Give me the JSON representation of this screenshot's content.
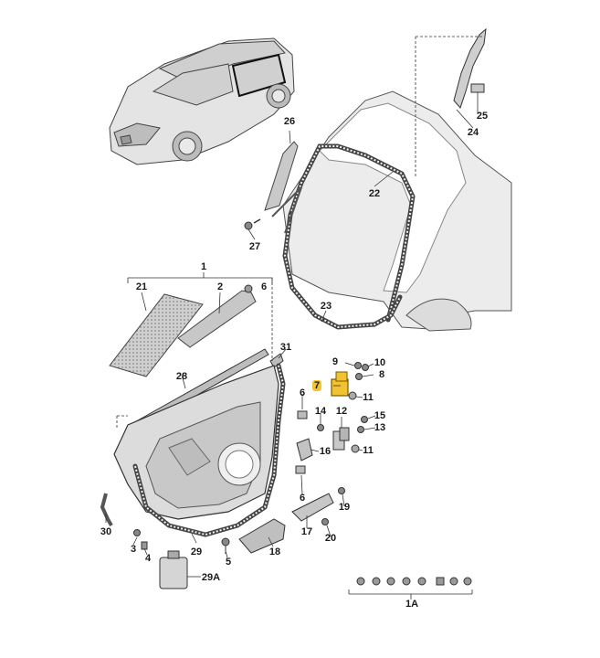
{
  "diagram": {
    "highlight_color": "#f2c230",
    "part_fill": "#d9d9d9",
    "shadow_fill": "#c4c4c4",
    "line_color": "#333333",
    "callouts": {
      "c1": "1",
      "c2": "2",
      "c3": "3",
      "c4": "4",
      "c5": "5",
      "c6a": "6",
      "c6b": "6",
      "c6c": "6",
      "c7": "7",
      "c8": "8",
      "c9": "9",
      "c10": "10",
      "c11a": "11",
      "c11b": "11",
      "c12": "12",
      "c13": "13",
      "c14": "14",
      "c15": "15",
      "c16": "16",
      "c17": "17",
      "c18": "18",
      "c19": "19",
      "c20": "20",
      "c21": "21",
      "c22": "22",
      "c23": "23",
      "c24": "24",
      "c25": "25",
      "c26": "26",
      "c27": "27",
      "c28": "28",
      "c29": "29",
      "c29a": "29A",
      "c30": "30",
      "c31": "31",
      "c1a": "1A"
    }
  }
}
